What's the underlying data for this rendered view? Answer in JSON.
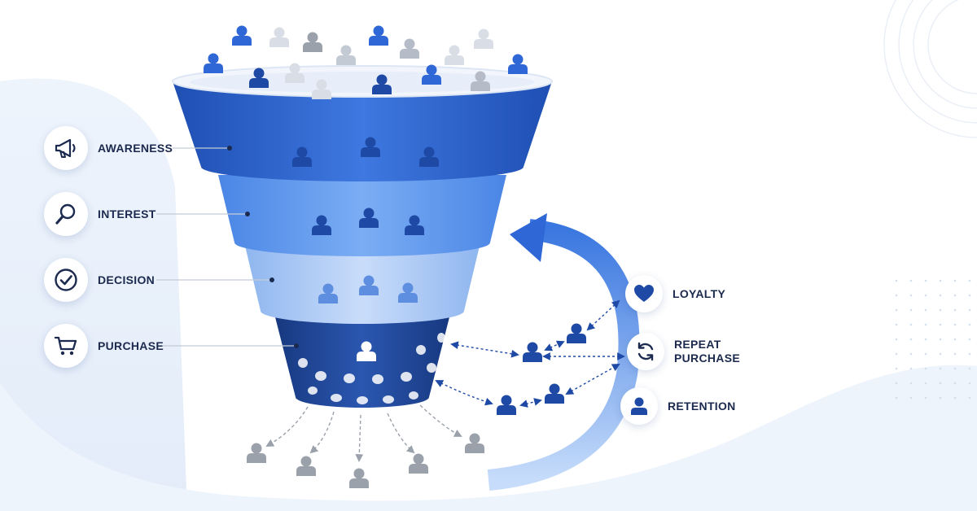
{
  "palette": {
    "navy": "#1b2a4e",
    "primary_blue": "#2f67d6",
    "light_blue": "#6fa3f0",
    "pale_blue": "#a9c8f7",
    "dark_blue": "#1e4aa6",
    "gray": "#9aa1ab"
  },
  "funnel_stages": [
    {
      "label": "AWARENESS",
      "icon": "megaphone-icon"
    },
    {
      "label": "INTEREST",
      "icon": "magnifier-icon"
    },
    {
      "label": "DECISION",
      "icon": "check-circle-icon"
    },
    {
      "label": "PURCHASE",
      "icon": "shopping-cart-icon"
    }
  ],
  "post_purchase": [
    {
      "label": "LOYALTY",
      "icon": "heart-icon"
    },
    {
      "label_line1": "REPEAT",
      "label_line2": "PURCHASE",
      "icon": "refresh-icon"
    },
    {
      "label": "RETENTION",
      "icon": "person-icon"
    }
  ]
}
